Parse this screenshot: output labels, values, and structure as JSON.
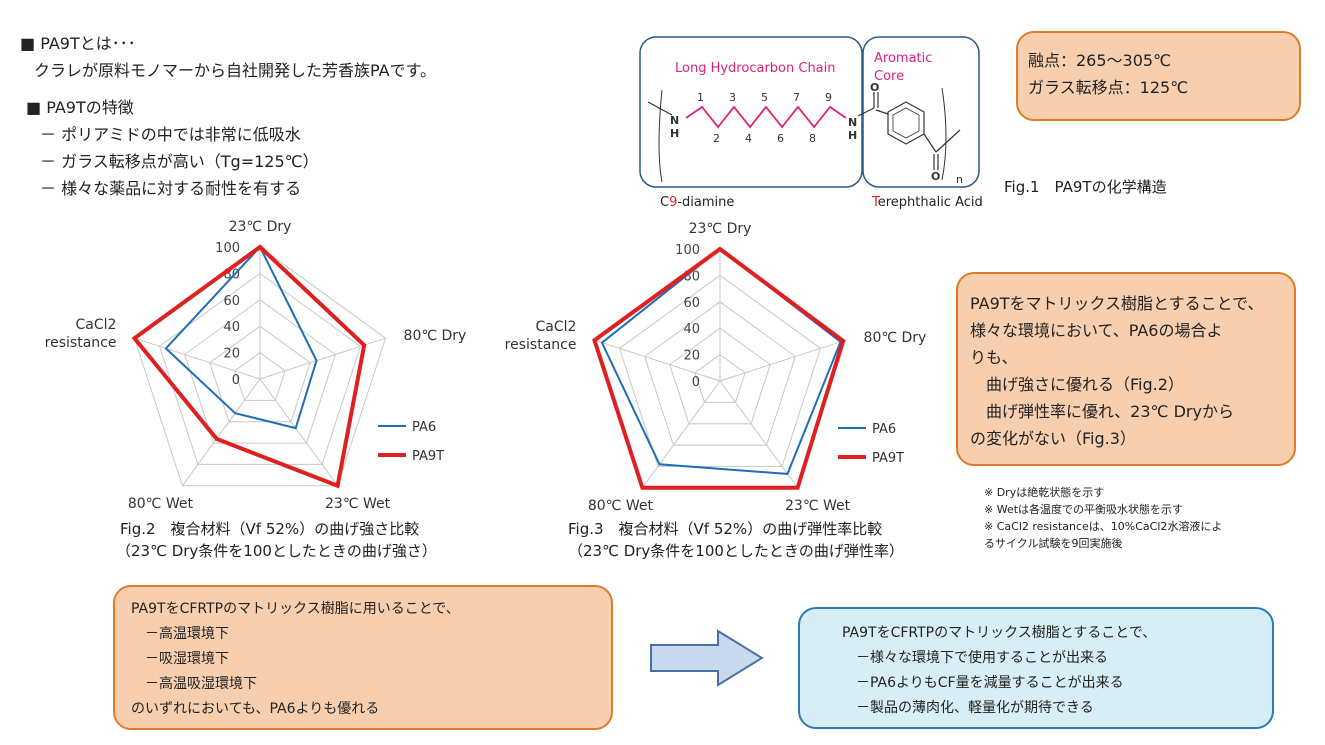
{
  "intro": {
    "heading1": "■ PA9Tとは･･･",
    "line1": "クラレが原料モノマーから自社開発した芳香族PAです。",
    "heading2": "■ PA9Tの特徴",
    "features": [
      "－ ポリアミドの中では非常に低吸水",
      "－ ガラス転移点が高い（Tg=125℃）",
      "－ 様々な薬品に対する耐性を有する"
    ]
  },
  "structure": {
    "chain_label": "Long Hydrocarbon Chain",
    "core_label1": "Aromatic",
    "core_label2": "Core",
    "diamine_prefix": "C",
    "diamine_mark": "9",
    "diamine_suffix": "-diamine",
    "acid_mark": "T",
    "acid_suffix": "erephthalic Acid",
    "nh_n": "N",
    "nh_h": "H",
    "oxygen": "O",
    "n_sub": "n",
    "top_numbers": [
      "1",
      "3",
      "5",
      "7",
      "9"
    ],
    "bottom_numbers": [
      "2",
      "4",
      "6",
      "8"
    ],
    "fig_caption": "Fig.1　PA9Tの化学構造"
  },
  "props": {
    "line1": "融点：265～305℃",
    "line2": "ガラス転移点：125℃"
  },
  "chart_data": [
    {
      "type": "radar",
      "axes": [
        "23℃ Dry",
        "80℃ Dry",
        "23℃ Wet",
        "80℃ Wet",
        "CaCl2 resistance"
      ],
      "axis_label_lines": [
        [
          "23℃ Dry"
        ],
        [
          "80℃ Dry"
        ],
        [
          "23℃ Wet"
        ],
        [
          "80℃ Wet"
        ],
        [
          "CaCl2",
          "resistance"
        ]
      ],
      "ticks": [
        "0",
        "20",
        "40",
        "60",
        "80",
        "100"
      ],
      "range": [
        0,
        100
      ],
      "series": [
        {
          "name": "PA6",
          "color": "#1f6fb8",
          "values": [
            100,
            45,
            46,
            32,
            75
          ]
        },
        {
          "name": "PA9T",
          "color": "#e02020",
          "values": [
            100,
            83,
            100,
            56,
            100
          ]
        }
      ],
      "caption1": "Fig.2　複合材料（Vf 52%）の曲げ強さ比較",
      "caption2": "（23℃ Dry条件を100としたときの曲げ強さ）"
    },
    {
      "type": "radar",
      "axes": [
        "23℃ Dry",
        "80℃ Dry",
        "23℃ Wet",
        "80℃ Wet",
        "CaCl2 resistance"
      ],
      "axis_label_lines": [
        [
          "23℃ Dry"
        ],
        [
          "80℃ Dry"
        ],
        [
          "23℃ Wet"
        ],
        [
          "80℃ Wet"
        ],
        [
          "CaCl2",
          "resistance"
        ]
      ],
      "ticks": [
        "0",
        "20",
        "40",
        "60",
        "80",
        "100"
      ],
      "range": [
        0,
        100
      ],
      "series": [
        {
          "name": "PA6",
          "color": "#1f6fb8",
          "values": [
            100,
            96,
            87,
            78,
            94
          ]
        },
        {
          "name": "PA9T",
          "color": "#e02020",
          "values": [
            100,
            98,
            100,
            100,
            100
          ]
        }
      ],
      "caption1": "Fig.3　複合材料（Vf 52%）の曲げ弾性率比較",
      "caption2": "（23℃ Dry条件を100としたときの曲げ弾性率）"
    }
  ],
  "summary_box": {
    "l1": "PA9Tをマトリックス樹脂とすることで、",
    "l2": "様々な環境において、PA6の場合よ",
    "l3": "りも、",
    "l4": "　曲げ強さに優れる（Fig.2）",
    "l5": "　曲げ弾性率に優れ、23℃ Dryから",
    "l6": "の変化がない（Fig.3）"
  },
  "notes": [
    "※ Dryは絶乾状態を示す",
    "※ Wetは各温度での平衡吸水状態を示す",
    "※ CaCl2 resistanceは、10%CaCl2水溶液によ",
    "るサイクル試験を9回実施後"
  ],
  "left_box": {
    "l1": "PA9TをCFRTPのマトリックス樹脂に用いることで、",
    "l2": "　－高温環境下",
    "l3": "　－吸湿環境下",
    "l4": "　－高温吸湿環境下",
    "l5": "のいずれにおいても、PA6よりも優れる"
  },
  "right_box": {
    "l1": "PA9TをCFRTPのマトリックス樹脂とすることで、",
    "l2": "　－様々な環境下で使用することが出来る",
    "l3": "　－PA6よりもCF量を減量することが出来る",
    "l4": "　－製品の薄肉化、軽量化が期待できる"
  },
  "colors": {
    "orange_fill": "#f8cfae",
    "orange_border": "#dc7c28",
    "blue_fill": "#d8eef6",
    "blue_border": "#2a7ab8",
    "arrow_fill": "#c9d9ee",
    "arrow_border": "#4a6fa8",
    "red": "#e0207a"
  }
}
